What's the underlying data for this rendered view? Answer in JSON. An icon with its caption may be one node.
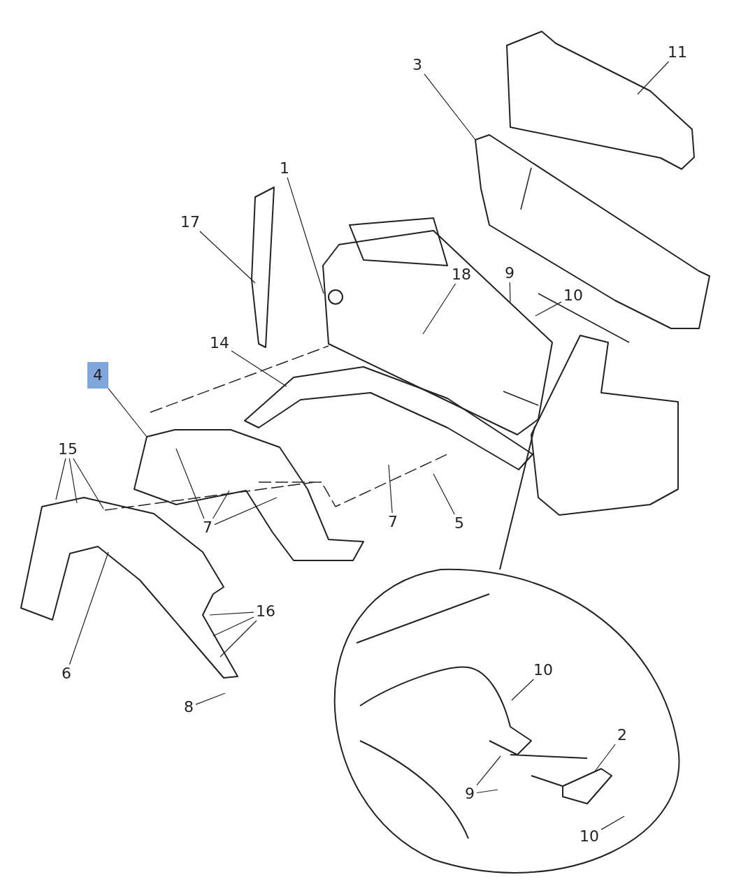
{
  "diagram": {
    "nodes": [
      {
        "text": [
          "11"
        ]
      },
      {
        "text": [
          "3"
        ]
      },
      {
        "text": [
          "1"
        ]
      },
      {
        "text": [
          "17"
        ]
      },
      {
        "text": [
          "9"
        ]
      },
      {
        "text": [
          "18"
        ]
      },
      {
        "text": [
          "10"
        ]
      },
      {
        "text": [
          "14"
        ]
      },
      {
        "text": [
          "4"
        ]
      },
      {
        "text": [
          "15"
        ]
      },
      {
        "text": [
          "7"
        ]
      },
      {
        "text": [
          "5"
        ]
      },
      {
        "text": [
          "7"
        ]
      },
      {
        "text": [
          "16"
        ]
      },
      {
        "text": [
          "10"
        ]
      },
      {
        "text": [
          "6"
        ]
      },
      {
        "text": [
          "8"
        ]
      },
      {
        "text": [
          "2"
        ]
      },
      {
        "text": [
          "9"
        ]
      },
      {
        "text": [
          "10"
        ]
      }
    ],
    "edges": [
      {
        "from": 0,
        "to": null,
        "arrow": "none"
      },
      {
        "from": 1,
        "to": null,
        "arrow": "none"
      },
      {
        "from": 2,
        "to": null,
        "arrow": "none"
      },
      {
        "from": 3,
        "to": null,
        "arrow": "none"
      },
      {
        "from": 4,
        "to": null,
        "arrow": "none"
      },
      {
        "from": 5,
        "to": null,
        "arrow": "none"
      },
      {
        "from": 6,
        "to": null,
        "arrow": "none"
      },
      {
        "from": 7,
        "to": null,
        "arrow": "none"
      },
      {
        "from": 8,
        "to": null,
        "arrow": "none"
      },
      {
        "from": 9,
        "to": null,
        "arrow": "none"
      },
      {
        "from": 9,
        "to": null,
        "arrow": "none"
      },
      {
        "from": 9,
        "to": null,
        "arrow": "none"
      },
      {
        "from": 10,
        "to": null,
        "arrow": "none"
      },
      {
        "from": 11,
        "to": null,
        "arrow": "none"
      },
      {
        "from": 12,
        "to": null,
        "arrow": "none"
      },
      {
        "from": 12,
        "to": null,
        "arrow": "none"
      },
      {
        "from": 12,
        "to": null,
        "arrow": "none"
      },
      {
        "from": 13,
        "to": null,
        "arrow": "none"
      },
      {
        "from": 13,
        "to": null,
        "arrow": "none"
      },
      {
        "from": 13,
        "to": null,
        "arrow": "none"
      },
      {
        "from": 14,
        "to": null,
        "arrow": "none"
      },
      {
        "from": 15,
        "to": null,
        "arrow": "none"
      },
      {
        "from": 16,
        "to": null,
        "arrow": "none"
      },
      {
        "from": 17,
        "to": null,
        "arrow": "none"
      },
      {
        "from": 18,
        "to": null,
        "arrow": "none"
      },
      {
        "from": 18,
        "to": null,
        "arrow": "none"
      },
      {
        "from": 19,
        "to": null,
        "arrow": "none"
      }
    ]
  }
}
